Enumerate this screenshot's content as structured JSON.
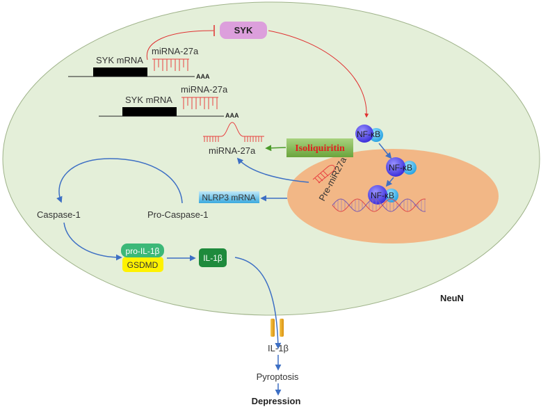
{
  "cell_label": "NeuN",
  "syk_protein": "SYK",
  "syk_mrna_1": "SYK mRNA",
  "mirna_1": "miRNA-27a",
  "polya_1": "AAA",
  "syk_mrna_2": "SYK mRNA",
  "mirna_2": "miRNA-27a",
  "polya_2": "AAA",
  "mirna_free": "miRNA-27a",
  "drug": "Isoliquiritin",
  "nfkb": [
    "NF-κB",
    "NF-κB",
    "NF-κB"
  ],
  "pre_mir": "Pre-miR27a",
  "nlrp3": "NLRP3 mRNA",
  "pro_caspase": "Pro-Caspase-1",
  "caspase": "Caspase-1",
  "pro_il1b": "pro-IL-1β",
  "gsdmd": "GSDMD",
  "il1b_box": "IL-1β",
  "il1b_out": "IL-1β",
  "pyroptosis": "Pyroptosis",
  "depression": "Depression",
  "colors": {
    "cell_fill": "#e4efd9",
    "nucleus_fill": "#f2b786",
    "syk_fill": "#dc9fdc",
    "drug_fill": "#8fbe63",
    "nfkb_left": "#4a3ee0",
    "nfkb_right": "#35b5ee",
    "pro_il1b_fill": "#3cb878",
    "gsdmd_fill": "#fff200",
    "il1b_fill": "#1e8a3c",
    "arrow_blue": "#3d6fc4",
    "arrow_red": "#e03030",
    "mirna_red": "#e84040"
  }
}
